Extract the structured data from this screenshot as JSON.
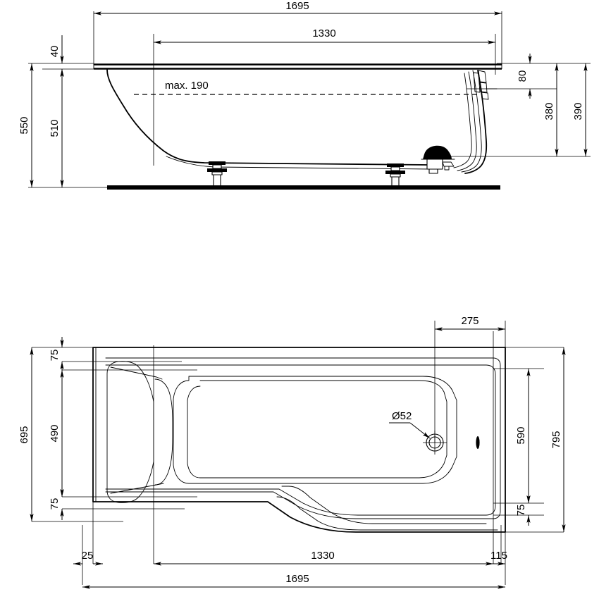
{
  "drawing": {
    "title": "Bath technical dimension drawing",
    "units": "mm",
    "line_color": "#000000",
    "background_color": "#ffffff"
  },
  "elevation_view": {
    "name": "side-elevation",
    "dimensions": {
      "overall_length": "1695",
      "inner_length": "1330",
      "rim_thickness": "40",
      "overall_height": "550",
      "body_height": "510",
      "water_level_note": "max. 190",
      "overflow_offset": "80",
      "waste_height": "380",
      "right_height": "390"
    }
  },
  "plan_view": {
    "name": "top-plan",
    "dimensions": {
      "overall_length": "1695",
      "inner_length": "1330",
      "left_offset": "25",
      "right_offset": "115",
      "drain_offset": "275",
      "overall_width": "795",
      "inner_width": "695",
      "seat_width": "490",
      "shower_width": "590",
      "edge_top": "75",
      "edge_bottom": "75",
      "edge_right_bottom": "75",
      "drain_diameter": "Ø52"
    }
  }
}
